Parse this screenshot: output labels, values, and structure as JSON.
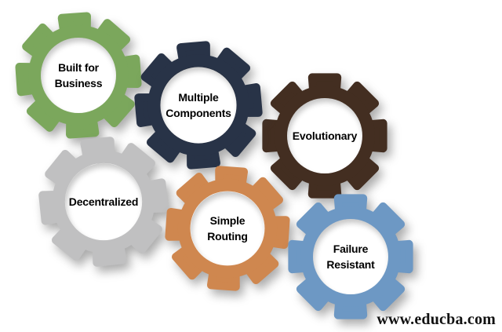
{
  "background_color": "#ffffff",
  "label_color": "#000000",
  "gears": [
    {
      "name": "built-for-business",
      "color": "#7ba75c",
      "lines": [
        "Built for",
        "Business"
      ]
    },
    {
      "name": "multiple-components",
      "color": "#283347",
      "lines": [
        "Multiple",
        "Components"
      ]
    },
    {
      "name": "evolutionary",
      "color": "#432e21",
      "lines": [
        "Evolutionary"
      ]
    },
    {
      "name": "decentralized",
      "color": "#c0c0c1",
      "lines": [
        "Decentralized"
      ]
    },
    {
      "name": "simple-routing",
      "color": "#cf874f",
      "lines": [
        "Simple",
        "Routing"
      ]
    },
    {
      "name": "failure-resistant",
      "color": "#6d98c4",
      "lines": [
        "Failure",
        "Resistant"
      ]
    }
  ],
  "watermark": {
    "text": "www.educba.com"
  }
}
